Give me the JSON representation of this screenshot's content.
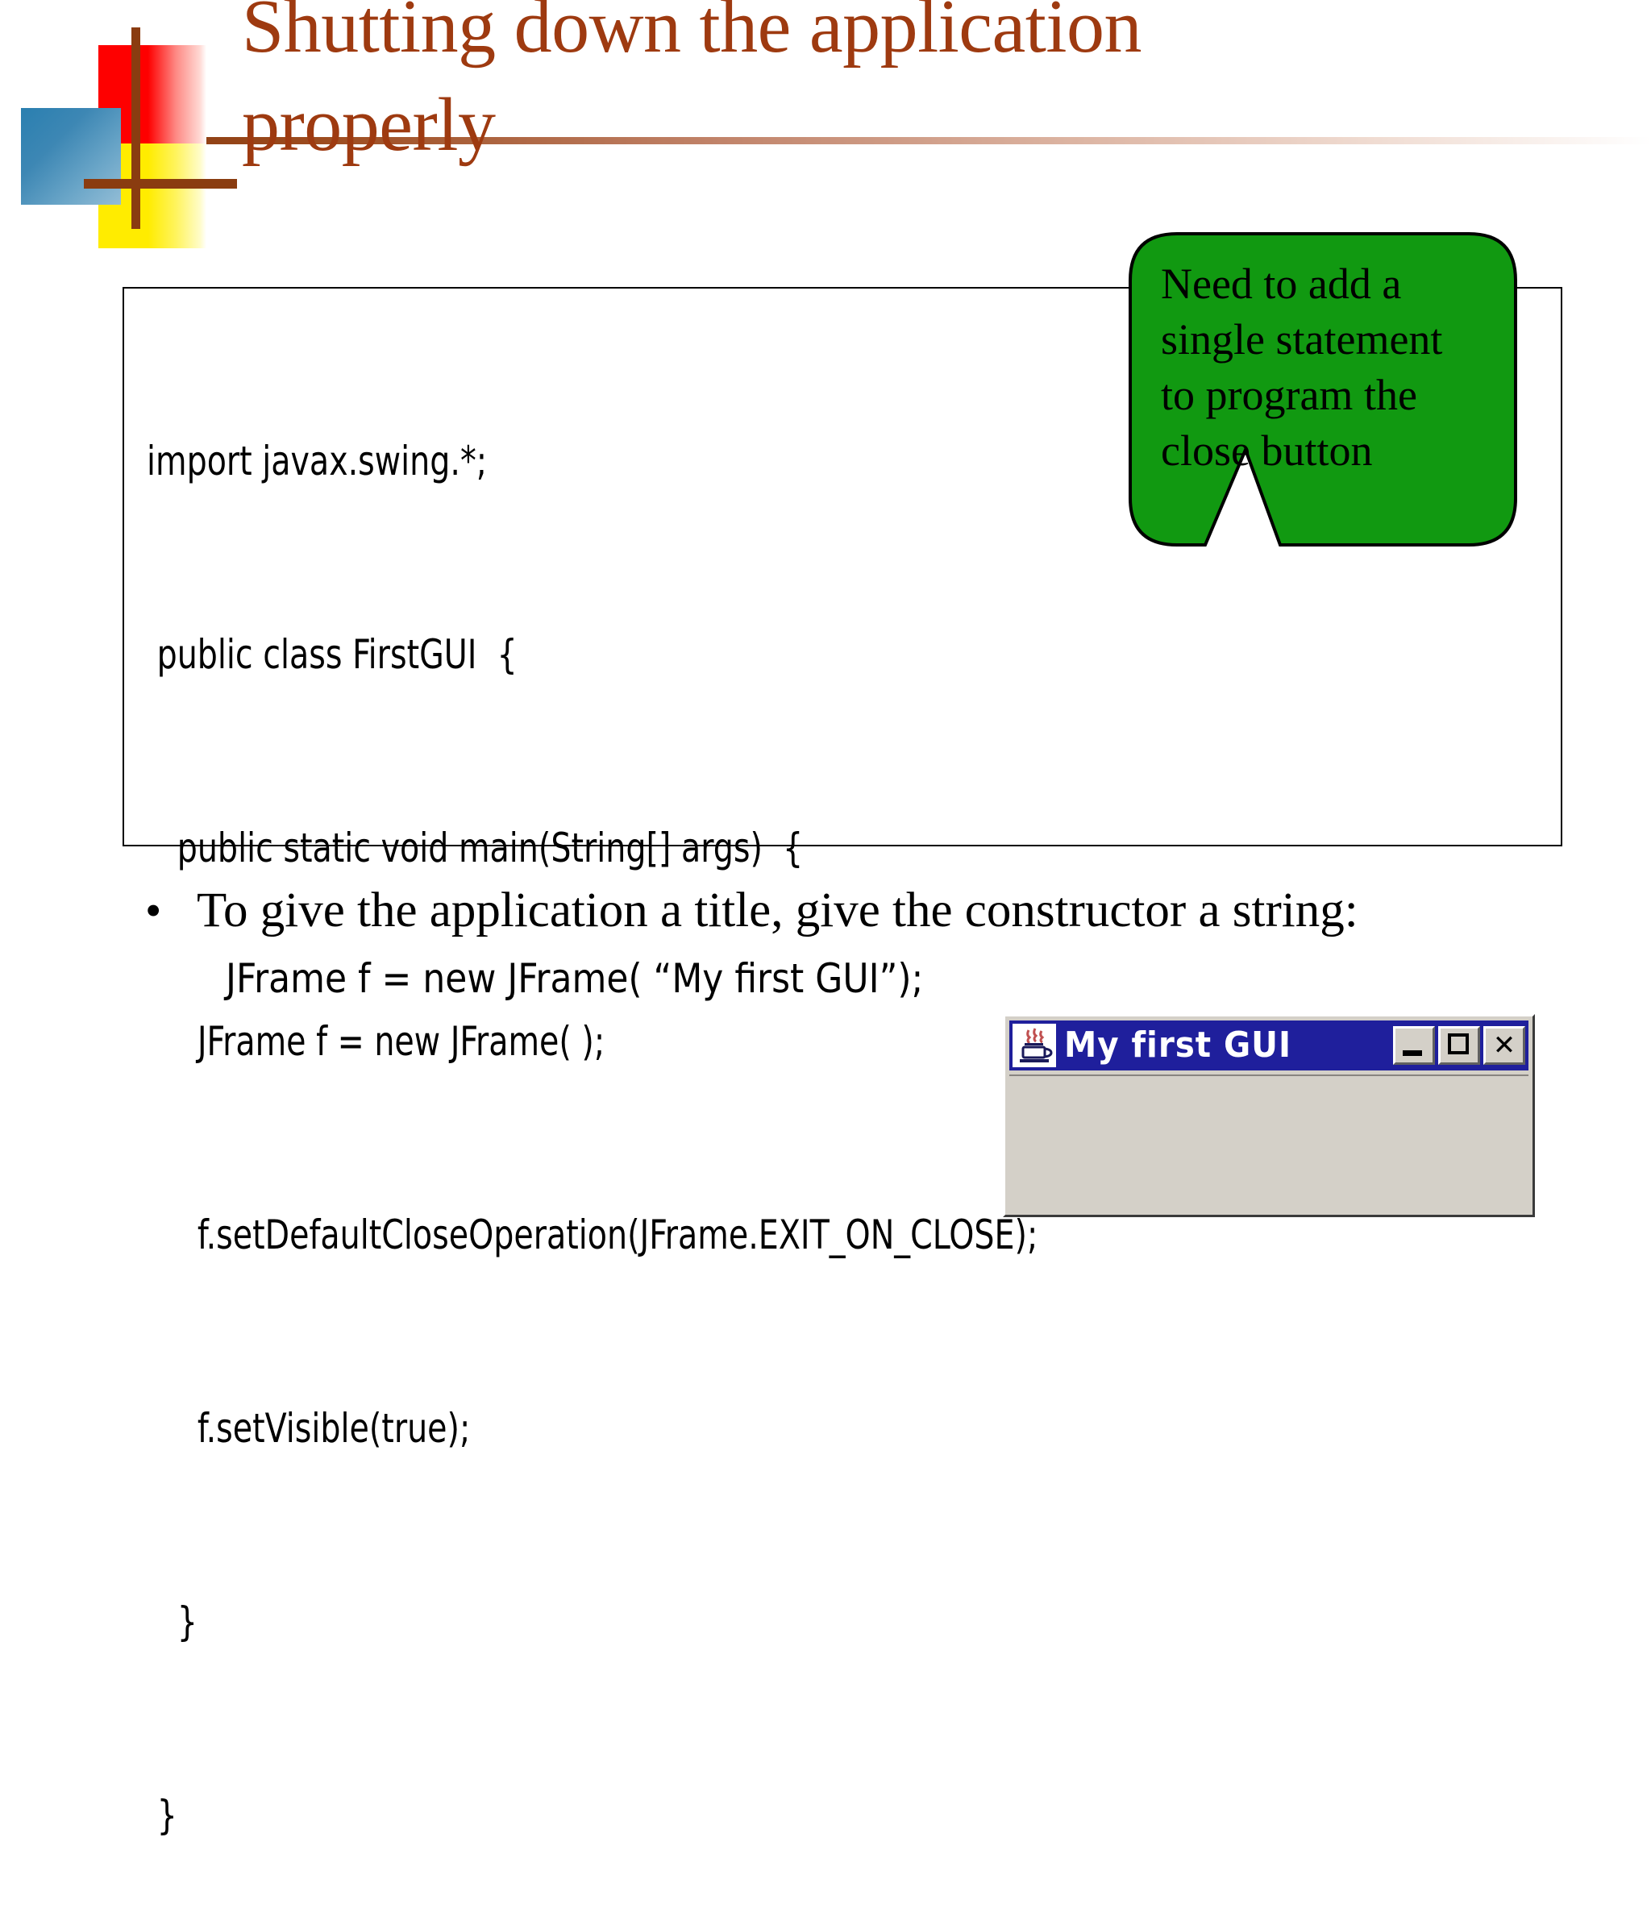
{
  "slide": {
    "title_lines": [
      "Shutting down the application",
      "properly"
    ],
    "title_color": "#9e3a10"
  },
  "logo": {
    "colors": {
      "red": "#fe0000",
      "yellow": "#ffec00",
      "blue": "#2a7fb0",
      "cross": "#8a3c10"
    }
  },
  "code_block": {
    "lines": [
      "import javax.swing.*;",
      " public class FirstGUI  {",
      "   public static void main(String[] args)  {",
      "     JFrame f = new JFrame( );",
      "     f.setDefaultCloseOperation(JFrame.EXIT_ON_CLOSE);",
      "     f.setVisible(true);",
      "   }",
      " }"
    ]
  },
  "callout": {
    "fill_color": "#119911",
    "text_lines": [
      "Need to add a",
      "single statement",
      "to program the",
      "close button"
    ]
  },
  "bullet": {
    "marker": "•",
    "text": "To give the application a title, give the constructor a string:",
    "code": "JFrame f = new JFrame( “My first GUI”);"
  },
  "window_mockup": {
    "title": "My first GUI",
    "icon_name": "java-coffee-cup-icon",
    "titlebar_color": "#1f1f9c",
    "face_color": "#d4d0c8",
    "buttons": [
      {
        "name": "minimize",
        "glyph": ""
      },
      {
        "name": "maximize",
        "glyph": ""
      },
      {
        "name": "close",
        "glyph": "✕"
      }
    ]
  }
}
